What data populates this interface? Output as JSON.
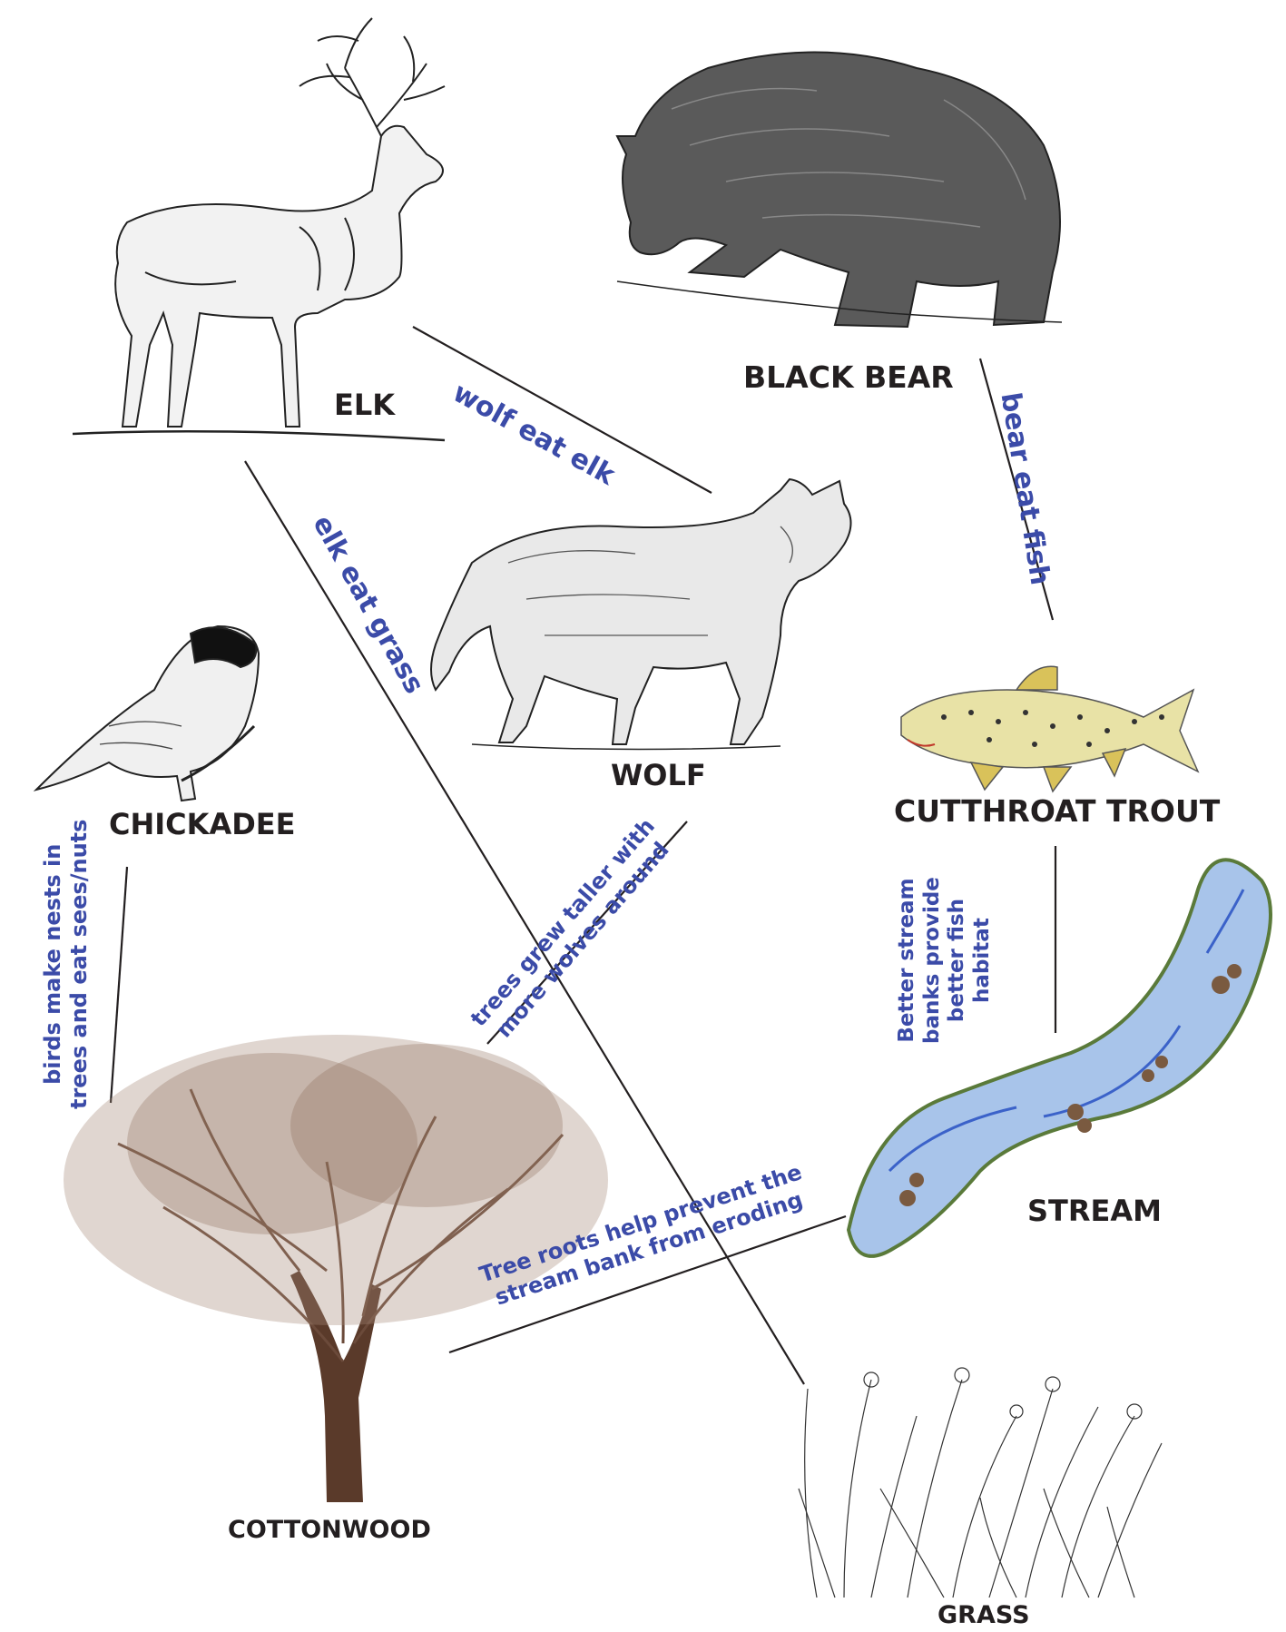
{
  "nodes": {
    "elk": "ELK",
    "black_bear": "BLACK BEAR",
    "wolf": "WOLF",
    "chickadee": "CHICKADEE",
    "cutthroat_trout": "CUTTHROAT TROUT",
    "stream": "STREAM",
    "cottonwood": "COTTONWOOD",
    "grass": "GRASS"
  },
  "relations": {
    "wolf_eat_elk": "wolf eat elk",
    "bear_eat_fish": "bear eat fish",
    "elk_eat_grass": "elk eat grass",
    "trees_wolves": [
      "trees grew taller with",
      "more wolves around"
    ],
    "birds_trees": [
      "birds make nests in",
      "trees and eat sees/nuts"
    ],
    "stream_fish": [
      "Better stream",
      "banks provide",
      "better fish",
      "habitat"
    ],
    "roots_stream": [
      "Tree roots help prevent the",
      "stream bank from eroding"
    ]
  },
  "colors": {
    "label": "#231f20",
    "relation_text": "#3b4ba8",
    "line": "#231f20"
  }
}
